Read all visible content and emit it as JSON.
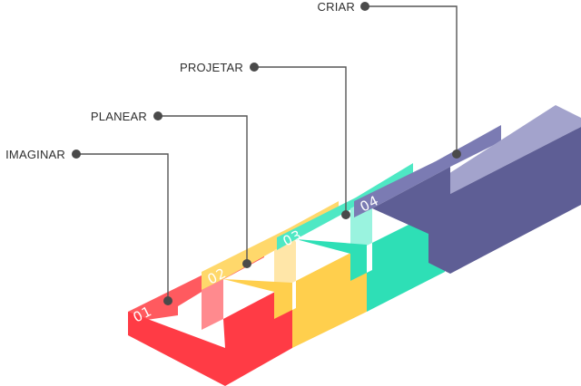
{
  "steps": [
    {
      "number": "01",
      "label": "IMAGINAR",
      "color_top": "#ff5a5f",
      "color_front": "#ff3b45",
      "color_side": "#ff8a8e"
    },
    {
      "number": "02",
      "label": "PLANEAR",
      "color_top": "#ffd86b",
      "color_front": "#ffcf4d",
      "color_side": "#ffe6a8"
    },
    {
      "number": "03",
      "label": "PROJETAR",
      "color_top": "#4ee8c4",
      "color_front": "#2edfb6",
      "color_side": "#9af3df"
    },
    {
      "number": "04",
      "label": "CRIAR",
      "color_top": "#7b7bb3",
      "color_front": "#5e5e95",
      "color_side": "#a3a3cc"
    }
  ]
}
